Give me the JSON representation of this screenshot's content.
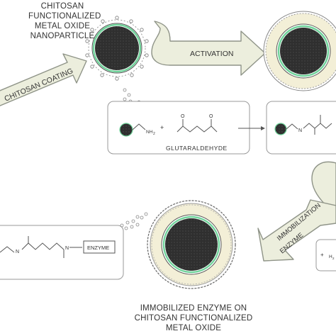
{
  "top_caption": [
    "CHITOSAN",
    "FUNCTIONALIZED",
    "METAL OXIDE",
    "NANOPARTICLE"
  ],
  "arrows": {
    "coating": "CHITOSAN COATING",
    "activation": "ACTIVATION",
    "immobilization": [
      "ENZYME",
      "IMMOBILIZATION"
    ]
  },
  "reaction": {
    "nh2": "NH",
    "nh2_sub": "2",
    "plus": "+",
    "o1": "O",
    "o2": "O",
    "reagent": "GLUTARALDEHYDE",
    "n_right": "N"
  },
  "product": {
    "n1": "N",
    "n2": "N",
    "enzyme": "ENZYME"
  },
  "partial_right": {
    "plus": "+",
    "h": "H",
    "h_sub": "2"
  },
  "bottom_caption": [
    "IMMOBILIZED ENZYME ON",
    "CHITOSAN FUNCTIONALIZED",
    "METAL OXIDE"
  ],
  "colors": {
    "arrow_fill": "#eceedd",
    "arrow_stroke": "#8f9488",
    "core": "#2f2f2f",
    "green_ring": "#6fd39a",
    "chitosan_ring": "#f3efd7",
    "line": "#555555"
  }
}
